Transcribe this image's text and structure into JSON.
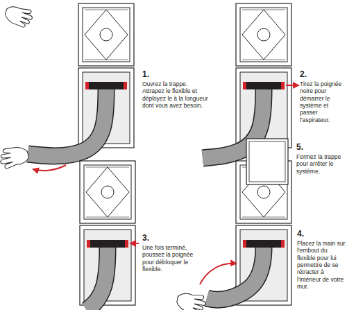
{
  "diagram": {
    "labels": [
      "1.",
      "Ouvrez la trappe. Attrapez le flexible et déployez le à la longueur dont vous avez besoin.",
      "2.",
      "Tirez la poignée noire pour démarrer le système et passer l'aspirateur.",
      "3.",
      "Une fois terminé, poussez la poignée pour débloquer le flexible.",
      "4.",
      "Placez la main sur l'embout du flexible pour lui permettre de se rétracter à l'intérieur de votre mur.",
      "5.",
      "Fermez la trappe pour arrêter le système."
    ]
  }
}
